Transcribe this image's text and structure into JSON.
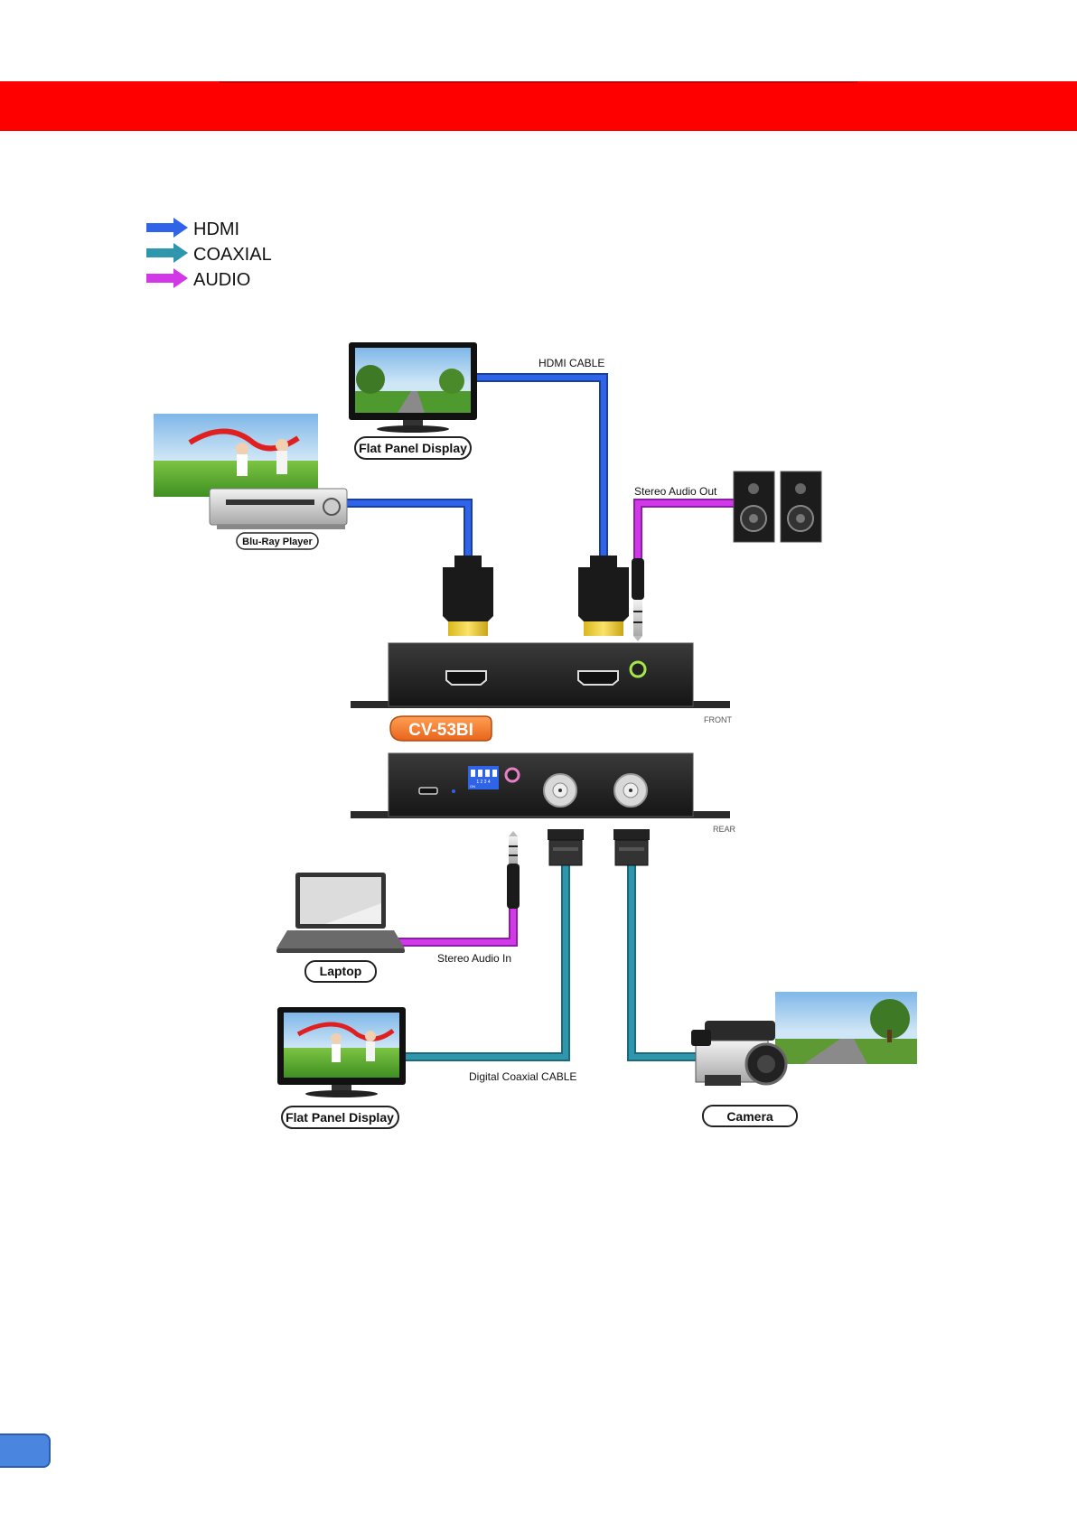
{
  "colors": {
    "header": "#ff0000",
    "hdmi": "#2f63e8",
    "coaxial": "#2e96ad",
    "audio": "#d238e8",
    "badge": "#f07a28"
  },
  "legend": [
    {
      "label": "HDMI",
      "color": "#2f63e8"
    },
    {
      "label": "COAXIAL",
      "color": "#2e96ad"
    },
    {
      "label": "AUDIO",
      "color": "#d238e8"
    }
  ],
  "devices": {
    "flat_panel_top": "Flat Panel Display",
    "bluray": "Blu-Ray Player",
    "laptop": "Laptop",
    "flat_panel_bottom": "Flat Panel Display",
    "camera": "Camera"
  },
  "cables": {
    "hdmi_cable": "HDMI CABLE",
    "stereo_out": "Stereo Audio Out",
    "stereo_in": "Stereo Audio In",
    "coax_cable": "Digital Coaxial CABLE"
  },
  "unit": {
    "model": "CV-53BI",
    "front": "FRONT",
    "rear": "REAR",
    "dip_numbers": "1 2 3 4",
    "dip_on": "ON"
  },
  "icons": [
    "hdmi-arrow-icon",
    "coaxial-arrow-icon",
    "audio-arrow-icon",
    "speaker-icon",
    "camera-icon",
    "laptop-icon",
    "tv-icon",
    "bluray-icon"
  ]
}
